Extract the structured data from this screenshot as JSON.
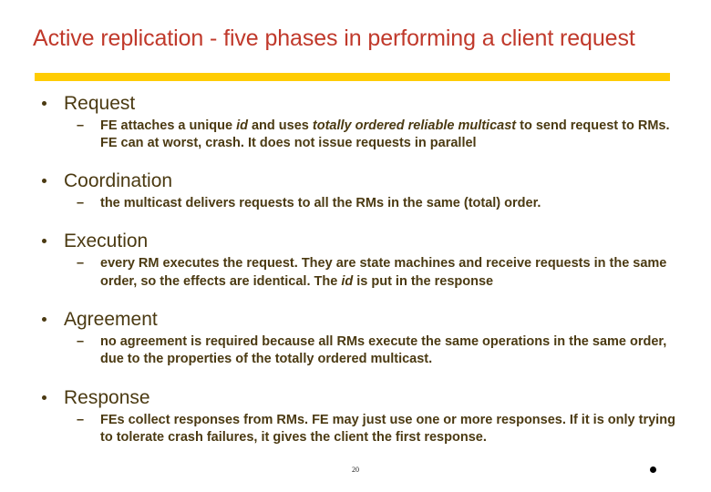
{
  "slide": {
    "title": "Active replication - five phases in performing a client request",
    "title_color": "#c0392b",
    "rule_color": "#ffcc03",
    "text_color": "#4b3a12",
    "background_color": "#ffffff",
    "page_number": "20",
    "bullet_glyph": "•",
    "sub_bullet_glyph": "–"
  },
  "phases": [
    {
      "heading": "Request",
      "sub_parts": [
        {
          "text": "FE attaches a unique ",
          "italic": false
        },
        {
          "text": "id",
          "italic": true
        },
        {
          "text": " and uses ",
          "italic": false
        },
        {
          "text": "totally ordered reliable multicast",
          "italic": true
        },
        {
          "text": " to send request to RMs. FE can at worst, crash. It does not issue requests in parallel",
          "italic": false
        }
      ]
    },
    {
      "heading": "Coordination",
      "sub_parts": [
        {
          "text": "the multicast delivers requests to all the RMs in the same (total) order.",
          "italic": false
        }
      ]
    },
    {
      "heading": "Execution",
      "sub_parts": [
        {
          "text": "every RM executes the request. They are state machines and receive requests in the same order, so the effects are identical. The ",
          "italic": false
        },
        {
          "text": "id",
          "italic": true
        },
        {
          "text": " is put in the response",
          "italic": false
        }
      ]
    },
    {
      "heading": "Agreement",
      "sub_parts": [
        {
          "text": "no agreement is  required because all RMs execute the same operations in the same order, due to the properties of the totally ordered multicast.",
          "italic": false
        }
      ]
    },
    {
      "heading": "Response",
      "sub_parts": [
        {
          "text": "FEs collect responses from RMs. FE may just use one or more responses. If it is only trying to tolerate crash failures, it gives the client the first response.",
          "italic": false
        }
      ]
    }
  ]
}
